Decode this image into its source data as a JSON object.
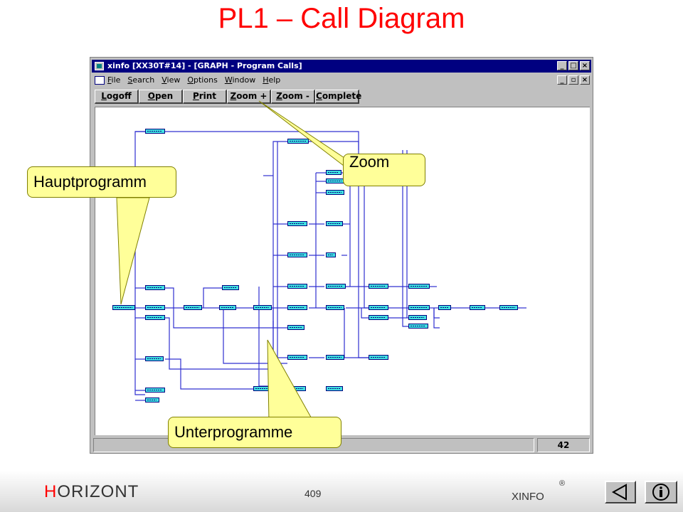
{
  "slide": {
    "title": "PL1 – Call Diagram"
  },
  "window": {
    "title": "xinfo [XX30T#14] - [GRAPH - Program Calls]",
    "caption_buttons": [
      "_",
      "□",
      "×"
    ],
    "menu_caption_buttons": [
      "_",
      "▫",
      "×"
    ],
    "menu": [
      "File",
      "Search",
      "View",
      "Options",
      "Window",
      "Help"
    ],
    "toolbar": [
      {
        "id": "logoff",
        "label": "Logoff"
      },
      {
        "id": "open",
        "label": "Open"
      },
      {
        "id": "print",
        "label": "Print"
      },
      {
        "id": "zoom-in",
        "label": "Zoom +"
      },
      {
        "id": "zoom-out",
        "label": "Zoom -"
      },
      {
        "id": "complete",
        "label": "Complete"
      }
    ],
    "status_count": "42"
  },
  "callouts": {
    "main_program": "Hauptprogramm",
    "zoom": "Zoom",
    "subprograms": "Unterprogramme"
  },
  "footer": {
    "brand_h": "H",
    "brand_rest": "ORIZONT",
    "page": "409",
    "product": "XINFO",
    "registered": "®"
  },
  "colors": {
    "title": "#ff0000",
    "titlebar": "#000080",
    "edge": "#3030d0",
    "node": "#40e0e0",
    "callout": "#ffff99"
  }
}
